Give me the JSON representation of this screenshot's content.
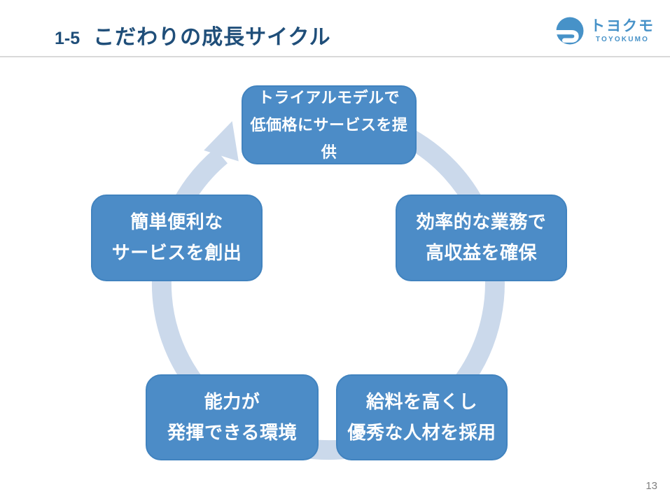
{
  "header": {
    "title_number": "1-5",
    "title": "こだわりの成長サイクル"
  },
  "logo": {
    "icon": "toyokumo-cloud-icon",
    "text_jp": "トヨクモ",
    "text_en": "TOYOKUMO"
  },
  "cycle": {
    "direction": "clockwise",
    "steps": [
      {
        "position": "top",
        "line1": "トライアルモデルで",
        "line2": "低価格にサービスを提供"
      },
      {
        "position": "right",
        "line1": "効率的な業務で",
        "line2": "高収益を確保"
      },
      {
        "position": "bottom-right",
        "line1": "給料を高くし",
        "line2": "優秀な人材を採用"
      },
      {
        "position": "bottom-left",
        "line1": "能力が",
        "line2": "発揮できる環境"
      },
      {
        "position": "left",
        "line1": "簡単便利な",
        "line2": "サービスを創出"
      }
    ]
  },
  "footer": {
    "page_number": "13"
  },
  "colors": {
    "title": "#1F4E79",
    "box_fill": "#4C8CC7",
    "box_text": "#FFFFFF",
    "box_border": "#4183BF",
    "arc": "#CBD9EB",
    "divider": "#D9D9D9",
    "page_number": "#808080",
    "brand": "#4792C8"
  }
}
